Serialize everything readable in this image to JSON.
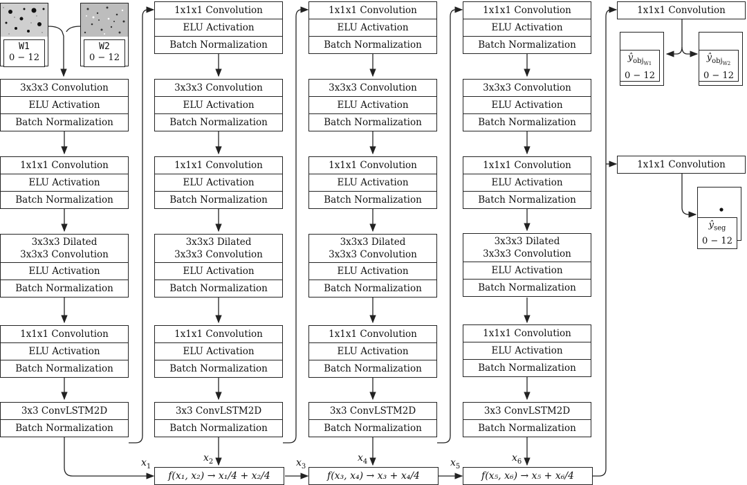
{
  "inputs": [
    {
      "id": "W1",
      "label": "W1",
      "range": "0 − 12"
    },
    {
      "id": "W2",
      "label": "W2",
      "range": "0 − 12"
    }
  ],
  "layers": {
    "conv1": "1x1x1 Convolution",
    "conv3": "3x3x3 Convolution",
    "dilated_line1": "3x3x3 Dilated",
    "dilated_line2": "3x3x3 Convolution",
    "elu": "ELU Activation",
    "bn": "Batch Normalization",
    "lstm": "3x3 ConvLSTM2D"
  },
  "fusions": [
    {
      "text": "f(x₁, x₂) → x₁/4 + x₂/4",
      "left": "x",
      "left_sub": "1",
      "top": "x",
      "top_sub": "2"
    },
    {
      "text": "f(x₃, x₄) → x₃ + x₄/4",
      "left": "x",
      "left_sub": "3",
      "top": "x",
      "top_sub": "4"
    },
    {
      "text": "f(x₅, x₆) → x₅ + x₆/4",
      "left": "x",
      "left_sub": "5",
      "top": "x",
      "top_sub": "6"
    }
  ],
  "heads": {
    "obj_conv": "1x1x1 Convolution",
    "seg_conv": "1x1x1 Convolution",
    "obj_w1": {
      "symbol": "ŷ",
      "sub": "obj",
      "subsub": "W1",
      "range": "0 − 12"
    },
    "obj_w2": {
      "symbol": "ŷ",
      "sub": "obj",
      "subsub": "W2",
      "range": "0 − 12"
    },
    "seg": {
      "symbol": "ŷ",
      "sub": "seg",
      "range": "0 − 12"
    }
  }
}
